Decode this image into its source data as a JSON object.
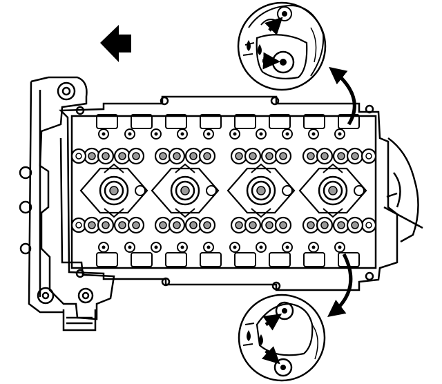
{
  "diagram": {
    "colors": {
      "ink": "#000000",
      "paper": "#ffffff",
      "shade": "#9a9a9a"
    },
    "front_direction": "left",
    "cylinder_count": 4,
    "detail_views": [
      {
        "name": "top-detail",
        "shows": "upper-bolt-seal"
      },
      {
        "name": "bottom-detail",
        "shows": "lower-bolt-seal"
      }
    ]
  }
}
